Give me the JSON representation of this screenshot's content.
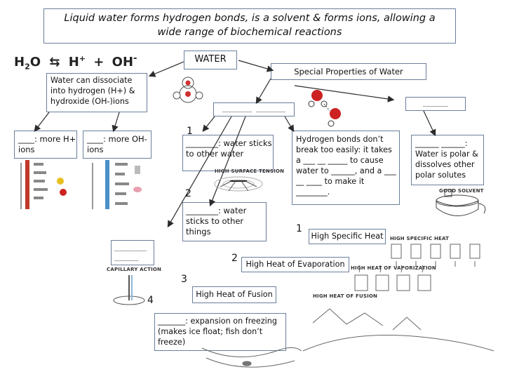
{
  "title": "Liquid water forms hydrogen bonds, is a solvent & forms ions, allowing a wide range of biochemical reactions",
  "equation": {
    "h2o": "H",
    "h2o_sub": "2",
    "h2o_o": "O",
    "arrows": "⇆",
    "h": "H",
    "h_sup": "+",
    "plus": "+",
    "oh": "OH",
    "oh_sup": "-"
  },
  "water_label": "WATER",
  "special_label": "Special Properties of Water",
  "dissociate": "Water can dissociate into hydrogen (H+) & hydroxide (OH-)ions",
  "acid_box": {
    "blank": "____",
    "text": ": more H+ ions"
  },
  "base_box": {
    "blank": "____",
    "text": ": more OH- ions"
  },
  "hbond_blank": "_______ _______",
  "right_blank": "______",
  "solvent_box": {
    "blank": "______ ______",
    "text": ": Water is polar & dissolves other polar solutes"
  },
  "cohesion": {
    "num": "1",
    "blank": "________",
    "text": ": water sticks to other water"
  },
  "adhesion": {
    "num": "2",
    "blank": "________",
    "text": ": water sticks to other things"
  },
  "hbond_text": "Hydrogen bonds don’t break too easily: it takes a ___ __ _____ to cause water to ______, and a ___ __ ____ to make it ________.",
  "capillary_blank": "________ ______",
  "labels": {
    "surface_tension": "HIGH SURFACE TENSION",
    "capillary": "CAPILLARY ACTION",
    "good_solvent": "GOOD SOLVENT",
    "heat_fusion_img": "HIGH HEAT OF FUSION",
    "heat_vap_img": "HIGH HEAT OF VAPORIZATION",
    "specific_img": "HIGH SPECIFIC HEAT"
  },
  "specific_heat": {
    "num": "1",
    "text": "High Specific Heat"
  },
  "evaporation": {
    "num": "2",
    "text": "High Heat of Evaporation"
  },
  "fusion": {
    "num": "3",
    "text": "High Heat of Fusion"
  },
  "expansion": {
    "num": "4",
    "blank": "_______",
    "text": ": expansion on freezing (makes ice float; fish don’t freeze)"
  },
  "colors": {
    "border": "#6b7f9a",
    "arrow": "#2b2b2b",
    "oxygen": "#cc2222",
    "acid_bar": "#c0392b",
    "base_bar": "#4a90c8"
  }
}
